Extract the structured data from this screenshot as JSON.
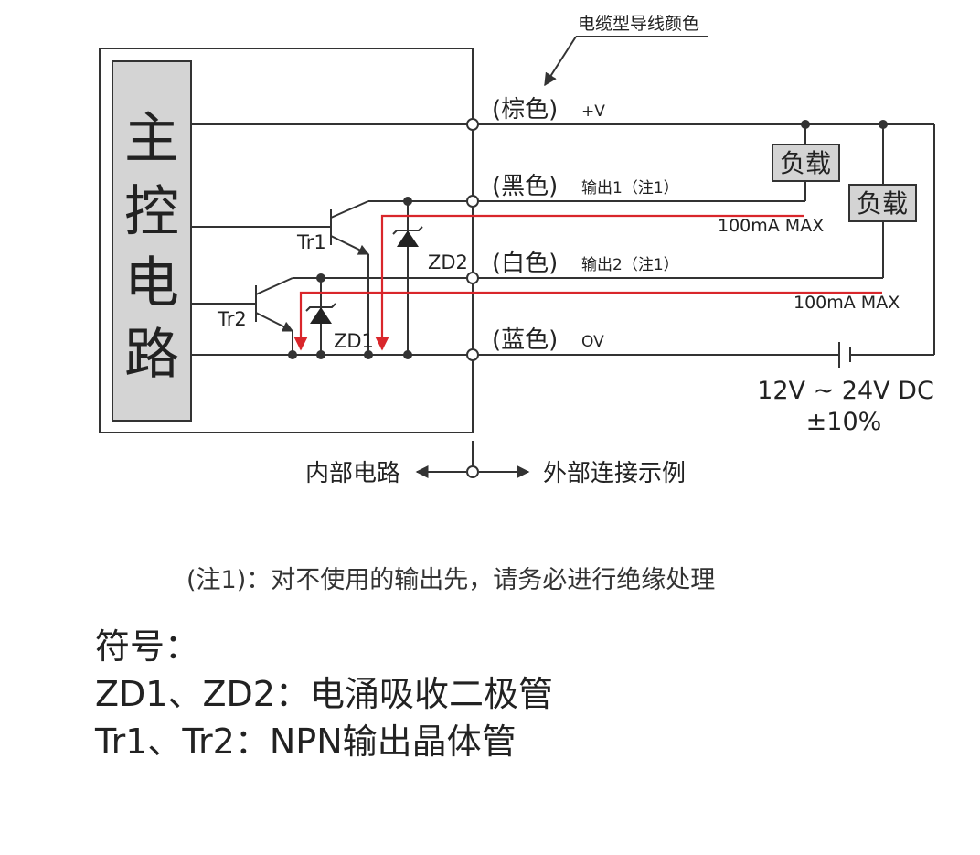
{
  "diagram": {
    "cable_color_caption": "电缆型导线颜色",
    "main_circuit": [
      "主",
      "控",
      "电",
      "路"
    ],
    "wires": {
      "brown": {
        "color": "(棕色)",
        "signal": "+V"
      },
      "black": {
        "color": "(黑色)",
        "signal": "输出1（注1）"
      },
      "white": {
        "color": "(白色)",
        "signal": "输出2（注1）"
      },
      "blue": {
        "color": "(蓝色)",
        "signal": "OV"
      }
    },
    "load_label": "负载",
    "max_current_1": "100mA MAX",
    "max_current_2": "100mA MAX",
    "tr1": "Tr1",
    "tr2": "Tr2",
    "zd1": "ZD1",
    "zd2": "ZD2",
    "supply_voltage": "12V ~ 24V DC",
    "supply_tolerance": "±10%",
    "internal_circuit": "内部电路",
    "external_example": "外部连接示例"
  },
  "footnote": "(注1)：对不使用的输出先，请务必进行绝缘处理",
  "legend": {
    "title": "符号：",
    "zd_line": "ZD1、ZD2：电涌吸收二极管",
    "tr_line": "Tr1、Tr2：NPN输出晶体管"
  },
  "colors": {
    "wire": "#333333",
    "current_path": "#d9262b",
    "box_fill": "#d4d4d4"
  }
}
